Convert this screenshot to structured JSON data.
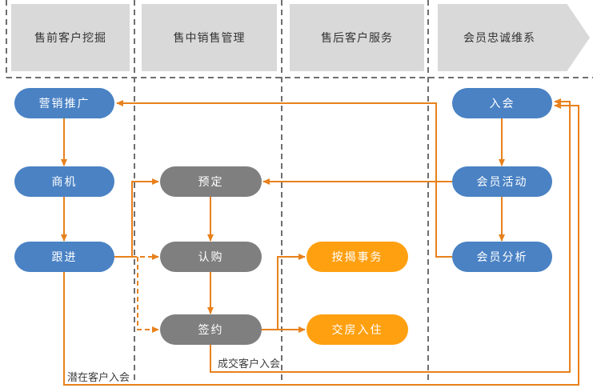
{
  "phases": [
    {
      "label": "售前客户挖掘"
    },
    {
      "label": "售中销售管理"
    },
    {
      "label": "售后客户服务"
    },
    {
      "label": "会员忠诚维系"
    }
  ],
  "nodes": {
    "marketing": {
      "label": "营销推广"
    },
    "opportunity": {
      "label": "商机"
    },
    "follow_up": {
      "label": "跟进"
    },
    "reserve": {
      "label": "预定"
    },
    "subscribe": {
      "label": "认购"
    },
    "sign_contract": {
      "label": "签约"
    },
    "mortgage": {
      "label": "按揭事务"
    },
    "move_in": {
      "label": "交房入住"
    },
    "join_member": {
      "label": "入会"
    },
    "member_activity": {
      "label": "会员活动"
    },
    "member_analysis": {
      "label": "会员分析"
    }
  },
  "annotations": {
    "potential_join": "潜在客户入会",
    "deal_join": "成交客户入会"
  },
  "edges": [
    {
      "from": "营销推广",
      "to": "商机",
      "style": "solid"
    },
    {
      "from": "商机",
      "to": "跟进",
      "style": "solid"
    },
    {
      "from": "跟进",
      "to": "预定",
      "style": "solid"
    },
    {
      "from": "跟进",
      "to": "认购",
      "style": "dashed"
    },
    {
      "from": "跟进",
      "to": "签约",
      "style": "dashed"
    },
    {
      "from": "预定",
      "to": "认购",
      "style": "solid"
    },
    {
      "from": "认购",
      "to": "签约",
      "style": "solid"
    },
    {
      "from": "签约",
      "to": "按揭事务",
      "style": "solid"
    },
    {
      "from": "签约",
      "to": "交房入住",
      "style": "solid"
    },
    {
      "from": "签约",
      "to": "入会",
      "style": "solid",
      "label": "成交客户入会"
    },
    {
      "from": "跟进",
      "to": "入会",
      "style": "solid",
      "label": "潜在客户入会"
    },
    {
      "from": "入会",
      "to": "会员活动",
      "style": "solid"
    },
    {
      "from": "会员活动",
      "to": "会员分析",
      "style": "solid"
    },
    {
      "from": "会员活动",
      "to": "预定",
      "style": "solid"
    },
    {
      "from": "会员分析",
      "to": "营销推广",
      "style": "solid"
    }
  ],
  "colors": {
    "node_blue": "#4a82c4",
    "node_gray": "#7f7f7f",
    "node_orange": "#ffa011",
    "connector_orange": "#e8811c",
    "phase_banner_gray": "#d9d9d9",
    "divider_gray": "#6f6f6f"
  }
}
